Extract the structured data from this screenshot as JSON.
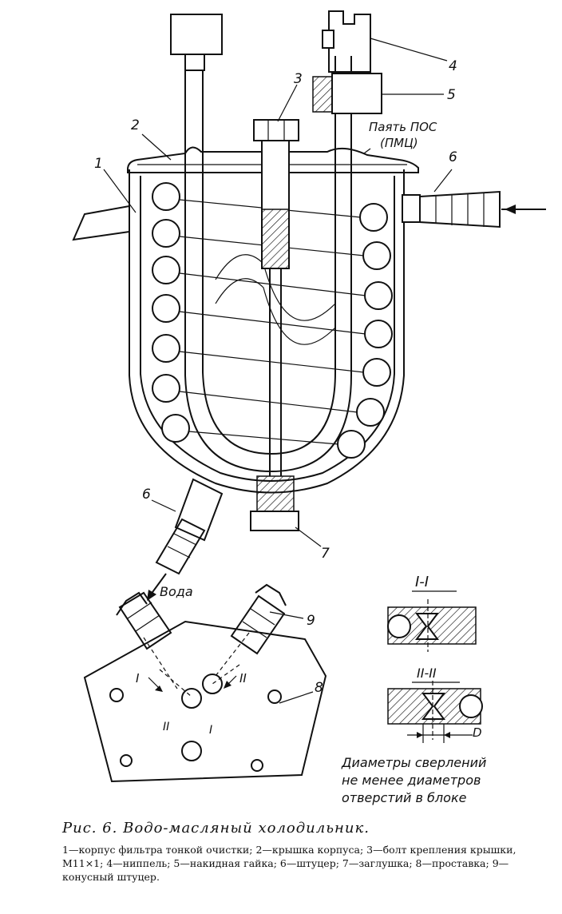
{
  "labels": {
    "n1": "1",
    "n2": "2",
    "n3": "3",
    "n4": "4",
    "n5": "5",
    "n6_top": "6",
    "n6_bottom": "6",
    "n7": "7",
    "n8": "8",
    "n9": "9",
    "solder_1": "Паять ПОС",
    "solder_2": "(ПМЦ)",
    "water": "Вода",
    "section_1": "I",
    "section_1_b": "I",
    "section_2": "II",
    "section_2_b": "II",
    "section_head_1": "I-I",
    "section_head_2": "II-II",
    "dim_D": "D",
    "note_1": "Диаметры сверлений",
    "note_2": "не менее диаметров",
    "note_3": "отверстий в блоке"
  },
  "caption": {
    "title": "Рис. 6. Водо-масляный холодильник.",
    "legend": "1—корпус фильтра тонкой очистки; 2—крышка корпуса; 3—болт крепления крышки, М11×1; 4—ниппель; 5—накидная гайка; 6—штуцер; 7—заглушка; 8—проставка; 9—конусный штуцер."
  }
}
